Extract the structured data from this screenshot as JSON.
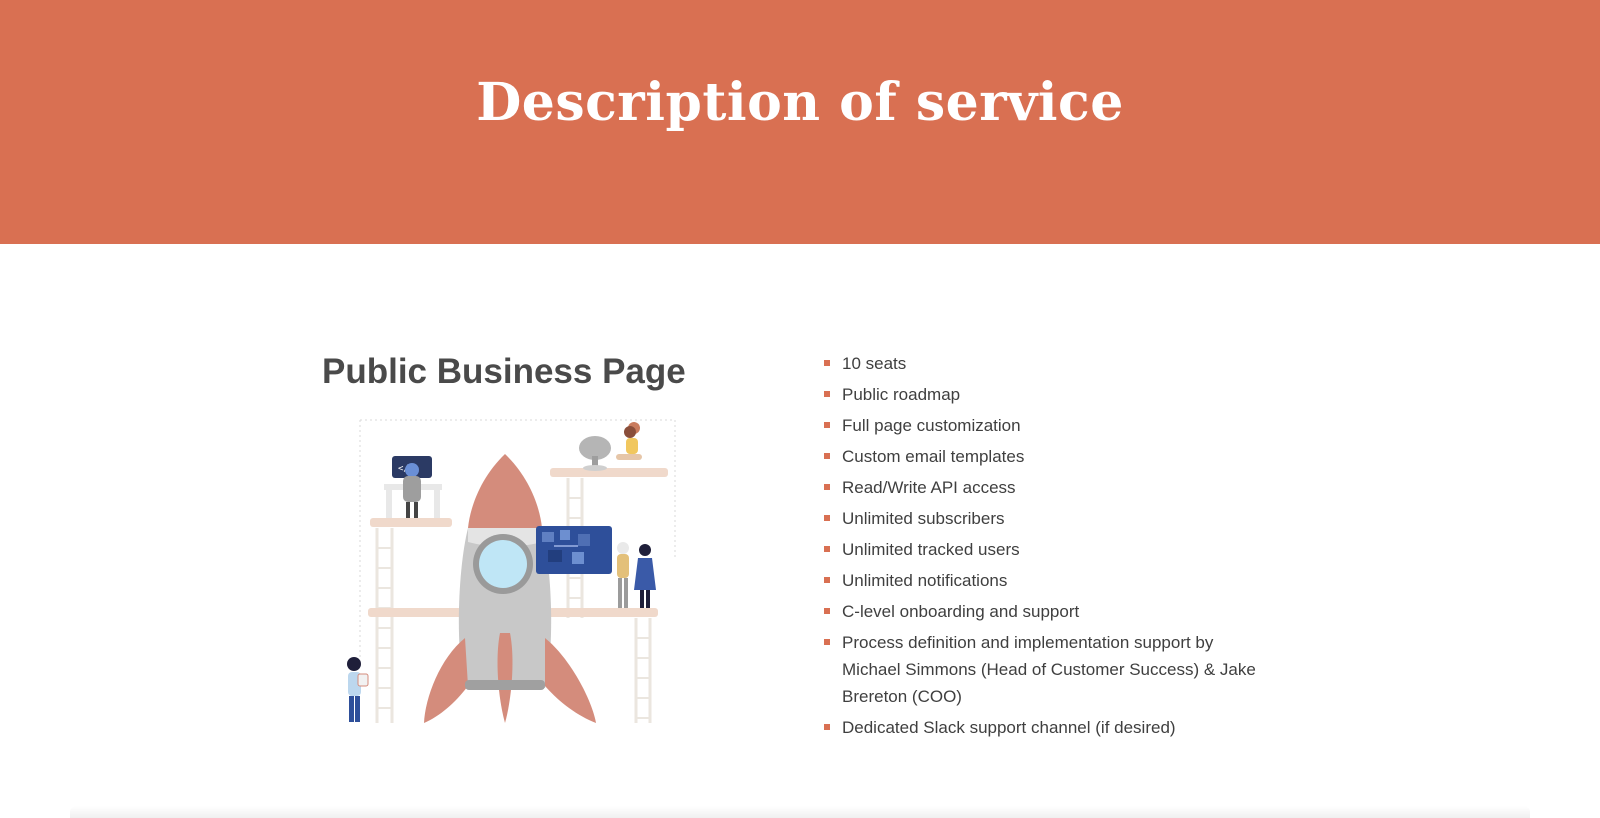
{
  "banner": {
    "title": "Description of service"
  },
  "section": {
    "title": "Public Business Page"
  },
  "features": [
    "10 seats",
    "Public roadmap",
    "Full page customization",
    "Custom email templates",
    "Read/Write API access",
    "Unlimited subscribers",
    "Unlimited tracked users",
    "Unlimited notifications",
    "C-level onboarding and support",
    "Process definition and implementation support by Michael Simmons (Head of Customer Success) & Jake Brereton (COO)",
    "Dedicated Slack support channel (if desired)"
  ],
  "colors": {
    "accent": "#d97052",
    "heading": "#4a4a4a",
    "text": "#3f3f3f",
    "rocket_body": "#c4c4c4",
    "rocket_fin": "#d48c7c",
    "board": "#2e4f9a"
  },
  "icons": {
    "bullet": "square-bullet-icon",
    "illustration": "rocket-illustration"
  }
}
